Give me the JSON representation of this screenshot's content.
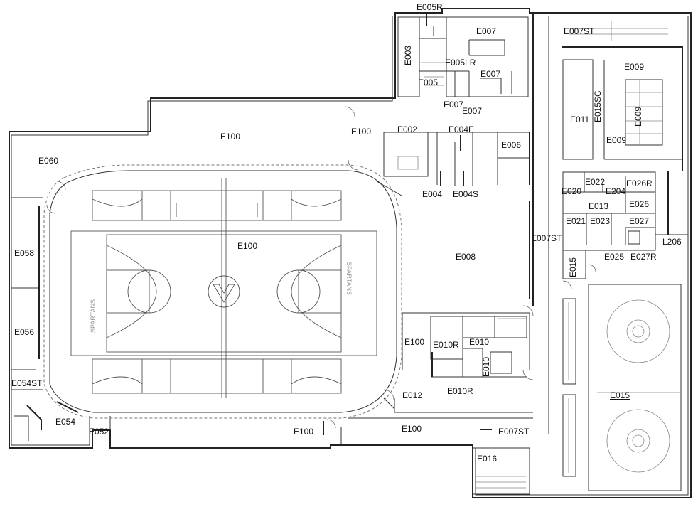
{
  "rooms": [
    {
      "id": "e005r",
      "label": "E005R"
    },
    {
      "id": "e003",
      "label": "E003"
    },
    {
      "id": "e007-top",
      "label": "E007"
    },
    {
      "id": "e005lr",
      "label": "E005LR"
    },
    {
      "id": "e007-mid",
      "label": "E007"
    },
    {
      "id": "e005",
      "label": "E005"
    },
    {
      "id": "e007-a",
      "label": "E007"
    },
    {
      "id": "e007-b",
      "label": "E007"
    },
    {
      "id": "e007st-top",
      "label": "E007ST"
    },
    {
      "id": "e009-top",
      "label": "E009"
    },
    {
      "id": "e015sc",
      "label": "E015SC"
    },
    {
      "id": "e009-vert",
      "label": "E009"
    },
    {
      "id": "e011",
      "label": "E011"
    },
    {
      "id": "e009-bottom",
      "label": "E009"
    },
    {
      "id": "e100-top",
      "label": "E100"
    },
    {
      "id": "e100-hall",
      "label": "E100"
    },
    {
      "id": "e060",
      "label": "E060"
    },
    {
      "id": "e002",
      "label": "E002"
    },
    {
      "id": "e004e",
      "label": "E004E"
    },
    {
      "id": "e006",
      "label": "E006"
    },
    {
      "id": "e004",
      "label": "E004"
    },
    {
      "id": "e004s",
      "label": "E004S"
    },
    {
      "id": "e022",
      "label": "E022"
    },
    {
      "id": "e026r",
      "label": "E026R"
    },
    {
      "id": "e020",
      "label": "E020"
    },
    {
      "id": "e204",
      "label": "E204"
    },
    {
      "id": "e013",
      "label": "E013"
    },
    {
      "id": "e026",
      "label": "E026"
    },
    {
      "id": "e021",
      "label": "E021"
    },
    {
      "id": "e023",
      "label": "E023"
    },
    {
      "id": "e027",
      "label": "E027"
    },
    {
      "id": "e007st-mid",
      "label": "E007ST"
    },
    {
      "id": "l206",
      "label": "L206"
    },
    {
      "id": "e100-gym",
      "label": "E100"
    },
    {
      "id": "e058",
      "label": "E058"
    },
    {
      "id": "e008",
      "label": "E008"
    },
    {
      "id": "e025",
      "label": "E025"
    },
    {
      "id": "e027r",
      "label": "E027R"
    },
    {
      "id": "e015-small",
      "label": "E015"
    },
    {
      "id": "e056",
      "label": "E056"
    },
    {
      "id": "e100-mid",
      "label": "E100"
    },
    {
      "id": "e010r-a",
      "label": "E010R"
    },
    {
      "id": "e010-a",
      "label": "E010"
    },
    {
      "id": "e010-vert",
      "label": "E010"
    },
    {
      "id": "e054st",
      "label": "E054ST"
    },
    {
      "id": "e010r-b",
      "label": "E010R"
    },
    {
      "id": "e012",
      "label": "E012"
    },
    {
      "id": "e015-large",
      "label": "E015"
    },
    {
      "id": "e054",
      "label": "E054"
    },
    {
      "id": "e052",
      "label": "E052"
    },
    {
      "id": "e100-lower",
      "label": "E100"
    },
    {
      "id": "e100-corridor",
      "label": "E100"
    },
    {
      "id": "e007st-bottom",
      "label": "E007ST"
    },
    {
      "id": "e016",
      "label": "E016"
    }
  ],
  "court_watermark": {
    "left": "SPARTANS",
    "right": "SPARTANS"
  }
}
